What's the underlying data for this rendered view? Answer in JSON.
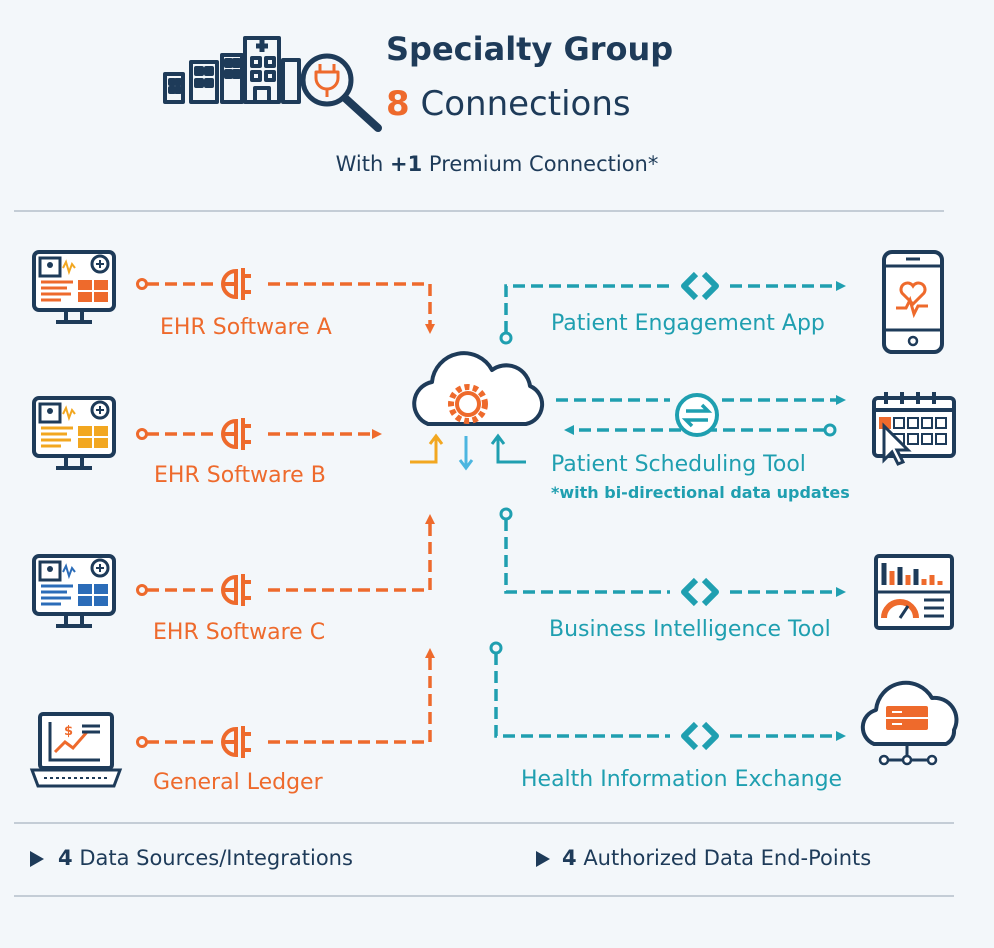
{
  "header": {
    "title": "Specialty Group",
    "connections_count": "8",
    "connections_label": "Connections",
    "premium_prefix": "With",
    "premium_count": "+1",
    "premium_label": "Premium Connection*"
  },
  "sources": [
    {
      "label": "EHR Software A"
    },
    {
      "label": "EHR Software B"
    },
    {
      "label": "EHR Software C"
    },
    {
      "label": "General Ledger"
    }
  ],
  "endpoints": [
    {
      "label": "Patient Engagement App"
    },
    {
      "label": "Patient Scheduling Tool",
      "note": "*with bi-directional data updates"
    },
    {
      "label": "Business Intelligence Tool"
    },
    {
      "label": "Health Information Exchange"
    }
  ],
  "footer": {
    "sources_count": "4",
    "sources_label": "Data Sources/Integrations",
    "endpoints_count": "4",
    "endpoints_label": "Authorized Data End-Points"
  },
  "colors": {
    "navy": "#1e3b59",
    "orange": "#ee6a2c",
    "teal": "#1f9fb0",
    "yellow": "#f2a720",
    "light_blue": "#4cb6e0",
    "blue": "#2b6cb8",
    "divider": "#a7b4c0"
  },
  "icons": {
    "header": "hospital-buildings-search-plug-icon",
    "ehr": "ehr-monitor-icon",
    "ledger": "ledger-laptop-icon",
    "engagement": "smartphone-heart-icon",
    "scheduling": "calendar-cursor-icon",
    "bi": "dashboard-chart-icon",
    "hie": "cloud-server-icon",
    "hub": "cloud-gear-icon"
  }
}
